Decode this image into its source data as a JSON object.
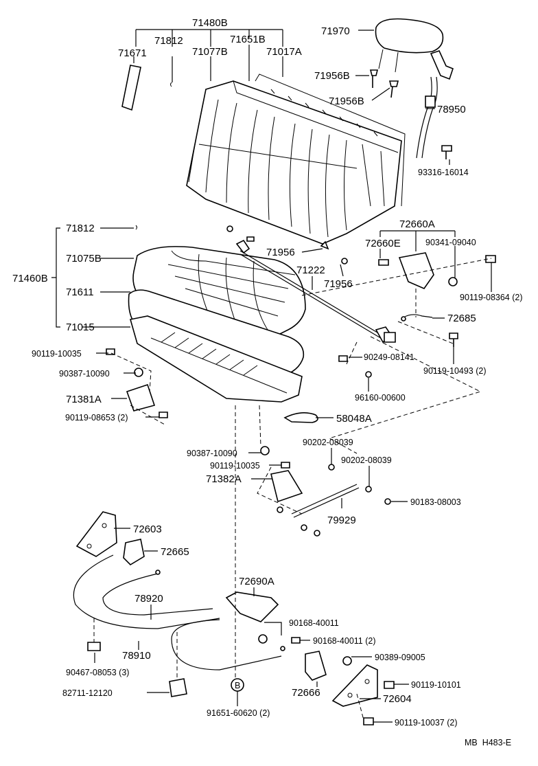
{
  "labels": {
    "p71480B": "71480B",
    "p71812a": "71812",
    "p71651B": "71651B",
    "p71671": "71671",
    "p71077B": "71077B",
    "p71017A": "71017A",
    "p71970": "71970",
    "p71956Ba": "71956B",
    "p71956Bb": "71956B",
    "p78950": "78950",
    "p93316": "93316-16014",
    "p71812b": "71812",
    "p71460B": "71460B",
    "p71075B": "71075B",
    "p71611": "71611",
    "p71015": "71015",
    "p72660A": "72660A",
    "p72660E": "72660E",
    "p90341": "90341-09040",
    "p71956a": "71956",
    "p71222": "71222",
    "p71956b": "71956",
    "p90119_08364": "90119-08364 (2)",
    "p72685": "72685",
    "p90119_10035a": "90119-10035",
    "p90387a": "90387-10090",
    "p90249": "90249-08141",
    "p90119_10493": "90119-10493 (2)",
    "p71381A": "71381A",
    "p96160": "96160-00600",
    "p90119_08653": "90119-08653 (2)",
    "p58048A": "58048A",
    "p90202a": "90202-08039",
    "p90387b": "90387-10090",
    "p90202b": "90202-08039",
    "p90119_10035b": "90119-10035",
    "p71382A": "71382A",
    "p90183": "90183-08003",
    "p79929": "79929",
    "p72603": "72603",
    "p72665": "72665",
    "p72690A": "72690A",
    "p78920": "78920",
    "p90168a": "90168-40011",
    "p90168b": "90168-40011 (2)",
    "p78910": "78910",
    "p90389": "90389-09005",
    "p90467": "90467-08053 (3)",
    "p90119_10101": "90119-10101",
    "p82711": "82711-12120",
    "p72666": "72666",
    "p72604": "72604",
    "pB": "B",
    "p91651": "91651-60620 (2)",
    "p90119_10037": "90119-10037 (2)",
    "footer": "MB  H483-E"
  }
}
